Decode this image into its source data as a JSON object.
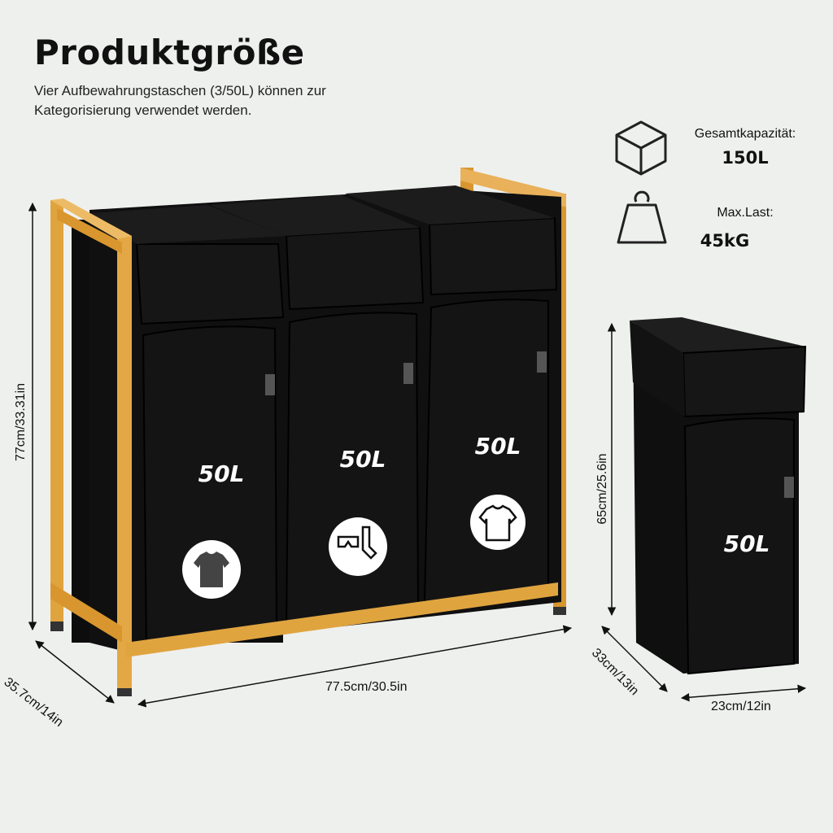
{
  "header": {
    "title": "Produktgröße",
    "subtitle": "Vier Aufbewahrungstaschen (3/50L) können zur Kategorisierung verwendet werden."
  },
  "specs": {
    "capacity_label": "Gesamtkapazität:",
    "capacity_value": "150L",
    "load_label": "Max.Last:",
    "load_value": "45kG",
    "capacity_icon": "cube-icon",
    "load_icon": "weight-icon"
  },
  "product": {
    "bag_capacity_labels": [
      "50L",
      "50L",
      "50L"
    ],
    "bag_icons": [
      "tshirt-dark-icon",
      "socks-underwear-icon",
      "tshirt-white-icon"
    ],
    "frame_color": "#e0a43f",
    "bag_color": "#111111"
  },
  "single_bag": {
    "capacity_label": "50L"
  },
  "dimensions": {
    "height": "77cm/33.31in",
    "depth": "35.7cm/14in",
    "width": "77.5cm/30.5in",
    "bag_height": "65cm/25.6in",
    "bag_depth": "33cm/13in",
    "bag_width": "23cm/12in"
  }
}
